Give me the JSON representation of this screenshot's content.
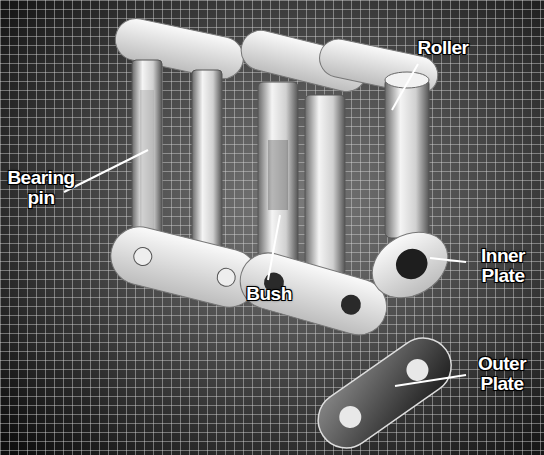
{
  "diagram": {
    "labels": [
      "Roller",
      "Bearing pin",
      "Inner Plate",
      "Bush",
      "Outer Plate"
    ]
  }
}
